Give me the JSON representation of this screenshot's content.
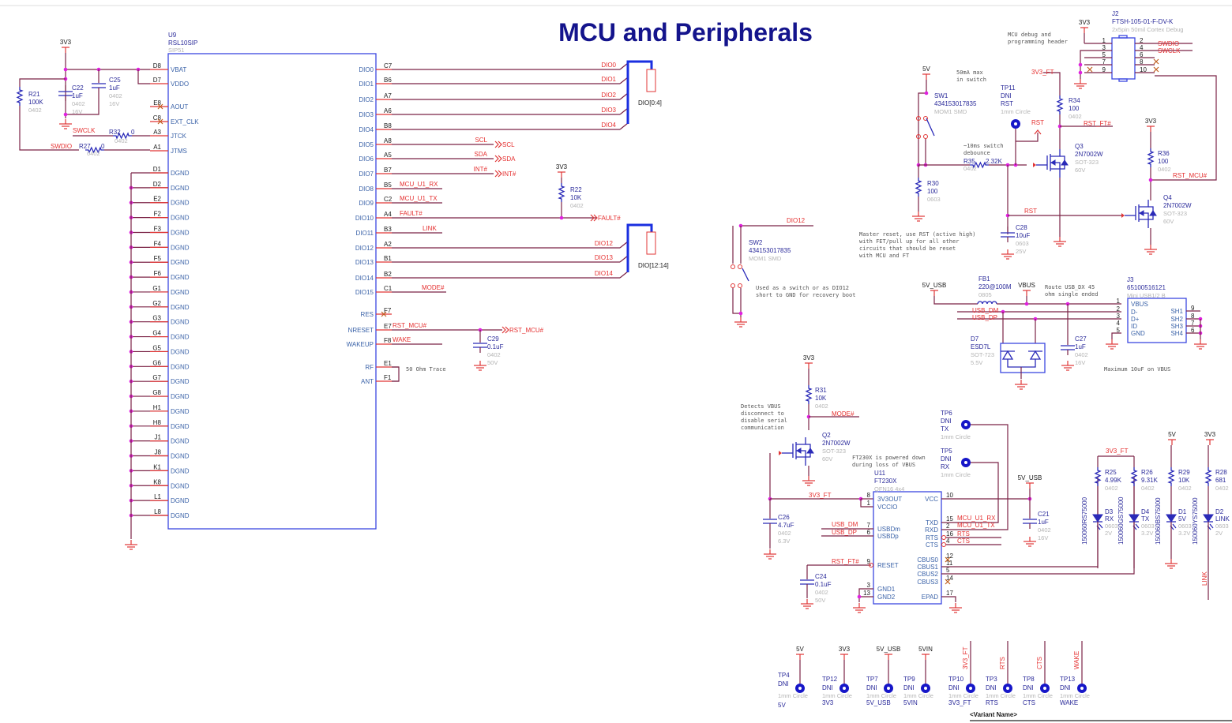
{
  "title": "MCU and Peripherals",
  "u9": {
    "ref": "U9",
    "value": "RSL10SIP",
    "footprint": "SIP51",
    "left_pins": [
      {
        "pin": "D8",
        "name": "VBAT"
      },
      {
        "pin": "D7",
        "name": "VDDO"
      },
      {
        "pin": "E8",
        "name": "AOUT"
      },
      {
        "pin": "C8",
        "name": "EXT_CLK"
      },
      {
        "pin": "A3",
        "name": "JTCK"
      },
      {
        "pin": "A1",
        "name": "JTMS"
      }
    ],
    "gnd_name": "DGND",
    "gnd_pins": [
      "D1",
      "D2",
      "E2",
      "F2",
      "F3",
      "F4",
      "F5",
      "F6",
      "G1",
      "G2",
      "G3",
      "G4",
      "G5",
      "G6",
      "G7",
      "G8",
      "H1",
      "H8",
      "J1",
      "J8",
      "K1",
      "K8",
      "L1",
      "L8"
    ],
    "right_pins": [
      {
        "pin": "C7",
        "name": "DIO0",
        "net": "DIO0"
      },
      {
        "pin": "B6",
        "name": "DIO1",
        "net": "DIO1"
      },
      {
        "pin": "A7",
        "name": "DIO2",
        "net": "DIO2"
      },
      {
        "pin": "A6",
        "name": "DIO3",
        "net": "DIO3"
      },
      {
        "pin": "B8",
        "name": "DIO4",
        "net": "DIO4"
      },
      {
        "pin": "A8",
        "name": "DIO5",
        "net": "SCL"
      },
      {
        "pin": "A5",
        "name": "DIO6",
        "net": "SDA"
      },
      {
        "pin": "B7",
        "name": "DIO7",
        "net": "INT#"
      },
      {
        "pin": "B5",
        "name": "DIO8",
        "net": "MCU_U1_RX"
      },
      {
        "pin": "C2",
        "name": "DIO9",
        "net": "MCU_U1_TX"
      },
      {
        "pin": "A4",
        "name": "DIO10",
        "net": "FAULT#"
      },
      {
        "pin": "B3",
        "name": "DIO11",
        "net": "LINK"
      },
      {
        "pin": "A2",
        "name": "DIO12",
        "net": "DIO12"
      },
      {
        "pin": "B1",
        "name": "DIO13",
        "net": "DIO13"
      },
      {
        "pin": "B2",
        "name": "DIO14",
        "net": "DIO14"
      },
      {
        "pin": "C1",
        "name": "DIO15",
        "net": "MODE#"
      },
      {
        "pin": "F7",
        "name": "RES",
        "net": ""
      },
      {
        "pin": "E7",
        "name": "NRESET",
        "net": "RST_MCU#"
      },
      {
        "pin": "F8",
        "name": "WAKEUP",
        "net": "WAKE"
      },
      {
        "pin": "E1",
        "name": "RF",
        "net": ""
      },
      {
        "pin": "F1",
        "name": "ANT",
        "net": ""
      }
    ]
  },
  "buses": {
    "dio_0_4": "DIO[0:4]",
    "dio_12_14": "DIO[12:14]"
  },
  "nets": {
    "swclk": "SWCLK",
    "swdio": "SWDIO",
    "rst": "RST",
    "rst_ft": "RST_FT#",
    "rst_mcu": "RST_MCU#",
    "v3v3_ft": "3V3_FT",
    "dio12": "DIO12",
    "usb_dm": "USB_DM",
    "usb_dp": "USB_DP",
    "mode": "MODE#",
    "mcu_rx": "MCU_U1_RX",
    "mcu_tx": "MCU_U1_TX",
    "rts": "RTS",
    "cts": "CTS",
    "link": "LINK"
  },
  "power": {
    "v3v3": "3V3",
    "v5": "5V",
    "v5_usb": "5V_USB",
    "vbus": "VBUS",
    "v5vin": "5VIN"
  },
  "components": {
    "R21": {
      "ref": "R21",
      "value": "100K",
      "footprint": "0402"
    },
    "C22": {
      "ref": "C22",
      "value": "1uF",
      "footprint": "0402",
      "rating": "16V"
    },
    "C25": {
      "ref": "C25",
      "value": "1uF",
      "footprint": "0402",
      "rating": "16V"
    },
    "R32": {
      "ref": "R32",
      "value": "0",
      "footprint": "0402"
    },
    "R27": {
      "ref": "R27",
      "value": "0",
      "footprint": "0402"
    },
    "R22": {
      "ref": "R22",
      "value": "10K",
      "footprint": "0402"
    },
    "C29": {
      "ref": "C29",
      "value": "0.1uF",
      "footprint": "0402",
      "rating": "50V"
    },
    "J2": {
      "ref": "J2",
      "value": "FTSH-105-01-F-DV-K",
      "footprint": "2x5pin 50mil Cortex Debug",
      "left": [
        "1",
        "3",
        "5",
        "7",
        "9"
      ],
      "right": [
        "2",
        "4",
        "6",
        "8",
        "10"
      ]
    },
    "SW1": {
      "ref": "SW1",
      "value": "434153017835",
      "footprint": "MOM1 SMD"
    },
    "TP11": {
      "ref": "TP11",
      "value": "DNI",
      "net": "RST",
      "footprint": "1mm Circle"
    },
    "R34": {
      "ref": "R34",
      "value": "100",
      "footprint": "0402"
    },
    "R35": {
      "ref": "R35",
      "value": "2.32K",
      "footprint": "0402"
    },
    "R30": {
      "ref": "R30",
      "value": "100",
      "footprint": "0603"
    },
    "Q3": {
      "ref": "Q3",
      "value": "2N7002W",
      "footprint": "SOT-323",
      "rating": "60V"
    },
    "R36": {
      "ref": "R36",
      "value": "100",
      "footprint": "0402"
    },
    "Q4": {
      "ref": "Q4",
      "value": "2N7002W",
      "footprint": "SOT-323",
      "rating": "60V"
    },
    "C28": {
      "ref": "C28",
      "value": "10uF",
      "footprint": "0603",
      "rating": "25V"
    },
    "SW2": {
      "ref": "SW2",
      "value": "434153017835",
      "footprint": "MOM1 SMD"
    },
    "FB1": {
      "ref": "FB1",
      "value": "220@100M",
      "footprint": "0805"
    },
    "J3": {
      "ref": "J3",
      "value": "65100516121",
      "footprint": "Mini USB1/2 B",
      "pins": [
        {
          "num": "1",
          "name": "VBUS"
        },
        {
          "num": "2",
          "name": "D-"
        },
        {
          "num": "3",
          "name": "D+"
        },
        {
          "num": "4",
          "name": "ID"
        },
        {
          "num": "5",
          "name": "GND"
        }
      ],
      "shield": [
        {
          "num": "9",
          "name": "SH1"
        },
        {
          "num": "8",
          "name": "SH2"
        },
        {
          "num": "7",
          "name": "SH3"
        },
        {
          "num": "6",
          "name": "SH4"
        }
      ]
    },
    "D7": {
      "ref": "D7",
      "value": "ESD7L",
      "footprint": "SOT-723",
      "rating": "5.5V"
    },
    "C27": {
      "ref": "C27",
      "value": "1uF",
      "footprint": "0402",
      "rating": "16V"
    },
    "R31": {
      "ref": "R31",
      "value": "10K",
      "footprint": "0402"
    },
    "Q2": {
      "ref": "Q2",
      "value": "2N7002W",
      "footprint": "SOT-323",
      "rating": "60V"
    },
    "U11": {
      "ref": "U11",
      "value": "FT230X",
      "footprint": "QFN16 4x4",
      "left": [
        {
          "num": "8",
          "name": "3V3OUT"
        },
        {
          "num": "1",
          "name": "VCCIO"
        },
        {
          "num": "7",
          "name": "USBDm"
        },
        {
          "num": "6",
          "name": "USBDp"
        },
        {
          "num": "9",
          "name": "RESET"
        },
        {
          "num": "3",
          "name": "GND1"
        },
        {
          "num": "13",
          "name": "GND2"
        }
      ],
      "right": [
        {
          "num": "10",
          "name": "VCC"
        },
        {
          "num": "15",
          "name": "TXD"
        },
        {
          "num": "2",
          "name": "RXD"
        },
        {
          "num": "16",
          "name": "RTS"
        },
        {
          "num": "4",
          "name": "CTS"
        },
        {
          "num": "12",
          "name": "CBUS0"
        },
        {
          "num": "11",
          "name": "CBUS1"
        },
        {
          "num": "5",
          "name": "CBUS2"
        },
        {
          "num": "14",
          "name": "CBUS3"
        },
        {
          "num": "17",
          "name": "EPAD"
        }
      ]
    },
    "C26": {
      "ref": "C26",
      "value": "4.7uF",
      "footprint": "0402",
      "rating": "6.3V"
    },
    "C24": {
      "ref": "C24",
      "value": "0.1uF",
      "footprint": "0402",
      "rating": "50V"
    },
    "C21": {
      "ref": "C21",
      "value": "1uF",
      "footprint": "0402",
      "rating": "16V"
    },
    "TP6": {
      "ref": "TP6",
      "value": "DNI",
      "net": "TX",
      "footprint": "1mm Circle"
    },
    "TP5": {
      "ref": "TP5",
      "value": "DNI",
      "net": "RX",
      "footprint": "1mm Circle"
    },
    "R25": {
      "ref": "R25",
      "value": "4.99K",
      "footprint": "0402"
    },
    "R26": {
      "ref": "R26",
      "value": "9.31K",
      "footprint": "0402"
    },
    "R29": {
      "ref": "R29",
      "value": "10K",
      "footprint": "0402"
    },
    "R28": {
      "ref": "R28",
      "value": "681",
      "footprint": "0402"
    },
    "D3": {
      "ref": "D3",
      "value": "RX",
      "footprint": "0603",
      "rating": "2V",
      "part": "150060RS75000",
      "color": "#e53030"
    },
    "D4": {
      "ref": "D4",
      "value": "TX",
      "footprint": "0603",
      "rating": "3.2V",
      "part": "150060GS75000",
      "color": "#2ec42e"
    },
    "D1": {
      "ref": "D1",
      "value": "5V",
      "footprint": "0603",
      "rating": "3.2V",
      "part": "150060BS75000",
      "color": "#2a2ab8"
    },
    "D2": {
      "ref": "D2",
      "value": "LINK",
      "footprint": "0603",
      "rating": "2V",
      "part": "150060YS75000",
      "color": "#f08a30"
    }
  },
  "notes": {
    "debug_header": [
      "MCU debug and",
      "programming header"
    ],
    "switch_current": [
      "50mA max",
      "in switch"
    ],
    "debounce": [
      "~10ms switch",
      "debounce"
    ],
    "master_reset": [
      "Master reset, use RST (active high)",
      "with FET/pull up for all other",
      "circuits that should be reset",
      "with MCU and FT"
    ],
    "sw2": [
      "Used as a switch or as DIO12",
      "short to GND for recovery boot"
    ],
    "usb_route": [
      "Route USB_DX 45",
      "ohm single ended"
    ],
    "vbus_max": [
      "Maximum 10uF on VBUS"
    ],
    "vbus_detect": [
      "Detects VBUS",
      "disconnect to",
      "disable serial",
      "communication"
    ],
    "ft_power": [
      "FT230X is powered down",
      "during loss of VBUS"
    ],
    "rf_trace": [
      "50 Ohm Trace"
    ]
  },
  "test_points": [
    {
      "ref": "TP4",
      "value": "DNI",
      "footprint": "1mm Circle",
      "net": "5V",
      "label": "5V",
      "rotated": false
    },
    {
      "ref": "TP12",
      "value": "DNI",
      "footprint": "1mm Circle",
      "net": "3V3",
      "label": "3V3",
      "rotated": false
    },
    {
      "ref": "TP7",
      "value": "DNI",
      "footprint": "1mm Circle",
      "net": "5V_USB",
      "label": "5V_USB",
      "rotated": false
    },
    {
      "ref": "TP9",
      "value": "DNI",
      "footprint": "1mm Circle",
      "net": "5VIN",
      "label": "5VIN",
      "rotated": false
    },
    {
      "ref": "TP10",
      "value": "DNI",
      "footprint": "1mm Circle",
      "net": "3V3_FT",
      "label": "3V3_FT",
      "rotated": true
    },
    {
      "ref": "TP3",
      "value": "DNI",
      "footprint": "1mm Circle",
      "net": "RTS",
      "label": "RTS",
      "rotated": true
    },
    {
      "ref": "TP8",
      "value": "DNI",
      "footprint": "1mm Circle",
      "net": "CTS",
      "label": "CTS",
      "rotated": true
    },
    {
      "ref": "TP13",
      "value": "DNI",
      "footprint": "1mm Circle",
      "net": "WAKE",
      "label": "WAKE",
      "rotated": true
    }
  ],
  "variant_name": "<Variant Name>",
  "colors": {
    "wire": "#7b2346",
    "net_label": "#e53030",
    "component": "#2a2ab8",
    "junction": "#e020e0",
    "title": "#14148c"
  }
}
